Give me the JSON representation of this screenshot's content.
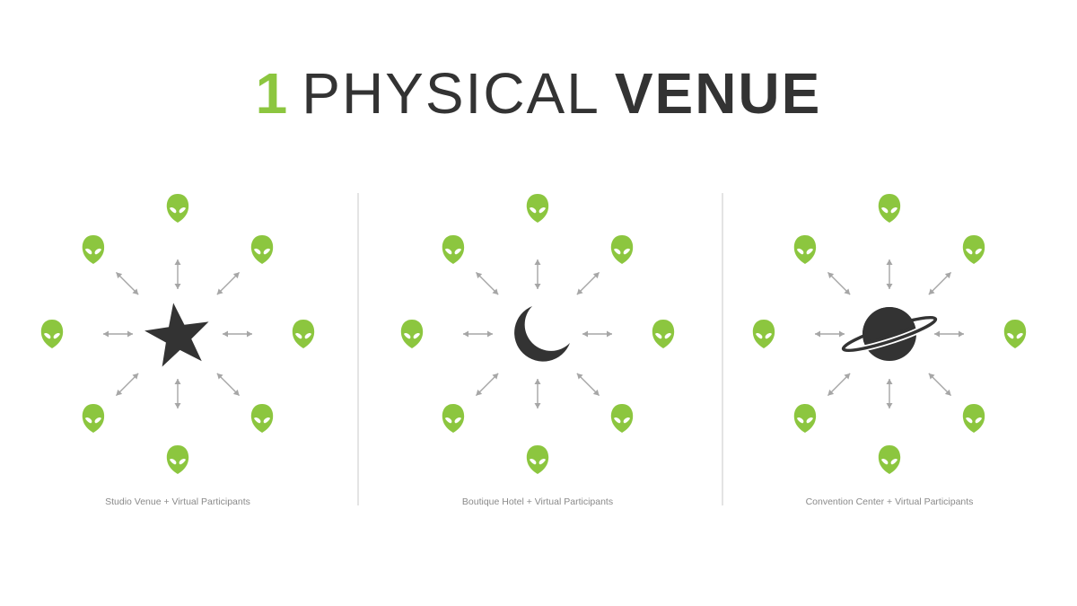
{
  "title": {
    "number": "1",
    "light": "PHYSICAL",
    "bold": "VENUE"
  },
  "colors": {
    "accent": "#8cc63f",
    "dark": "#333333",
    "arrow": "#a6a6a6",
    "divider": "#c8c8c8",
    "caption": "#8a8a8a"
  },
  "panels": [
    {
      "icon": "star-icon",
      "caption": "Studio Venue + Virtual Participants"
    },
    {
      "icon": "crescent-moon-icon",
      "caption": "Boutique Hotel + Virtual Participants"
    },
    {
      "icon": "ringed-planet-icon",
      "caption": "Convention Center + Virtual Participants"
    }
  ],
  "participants_per_panel": 8
}
